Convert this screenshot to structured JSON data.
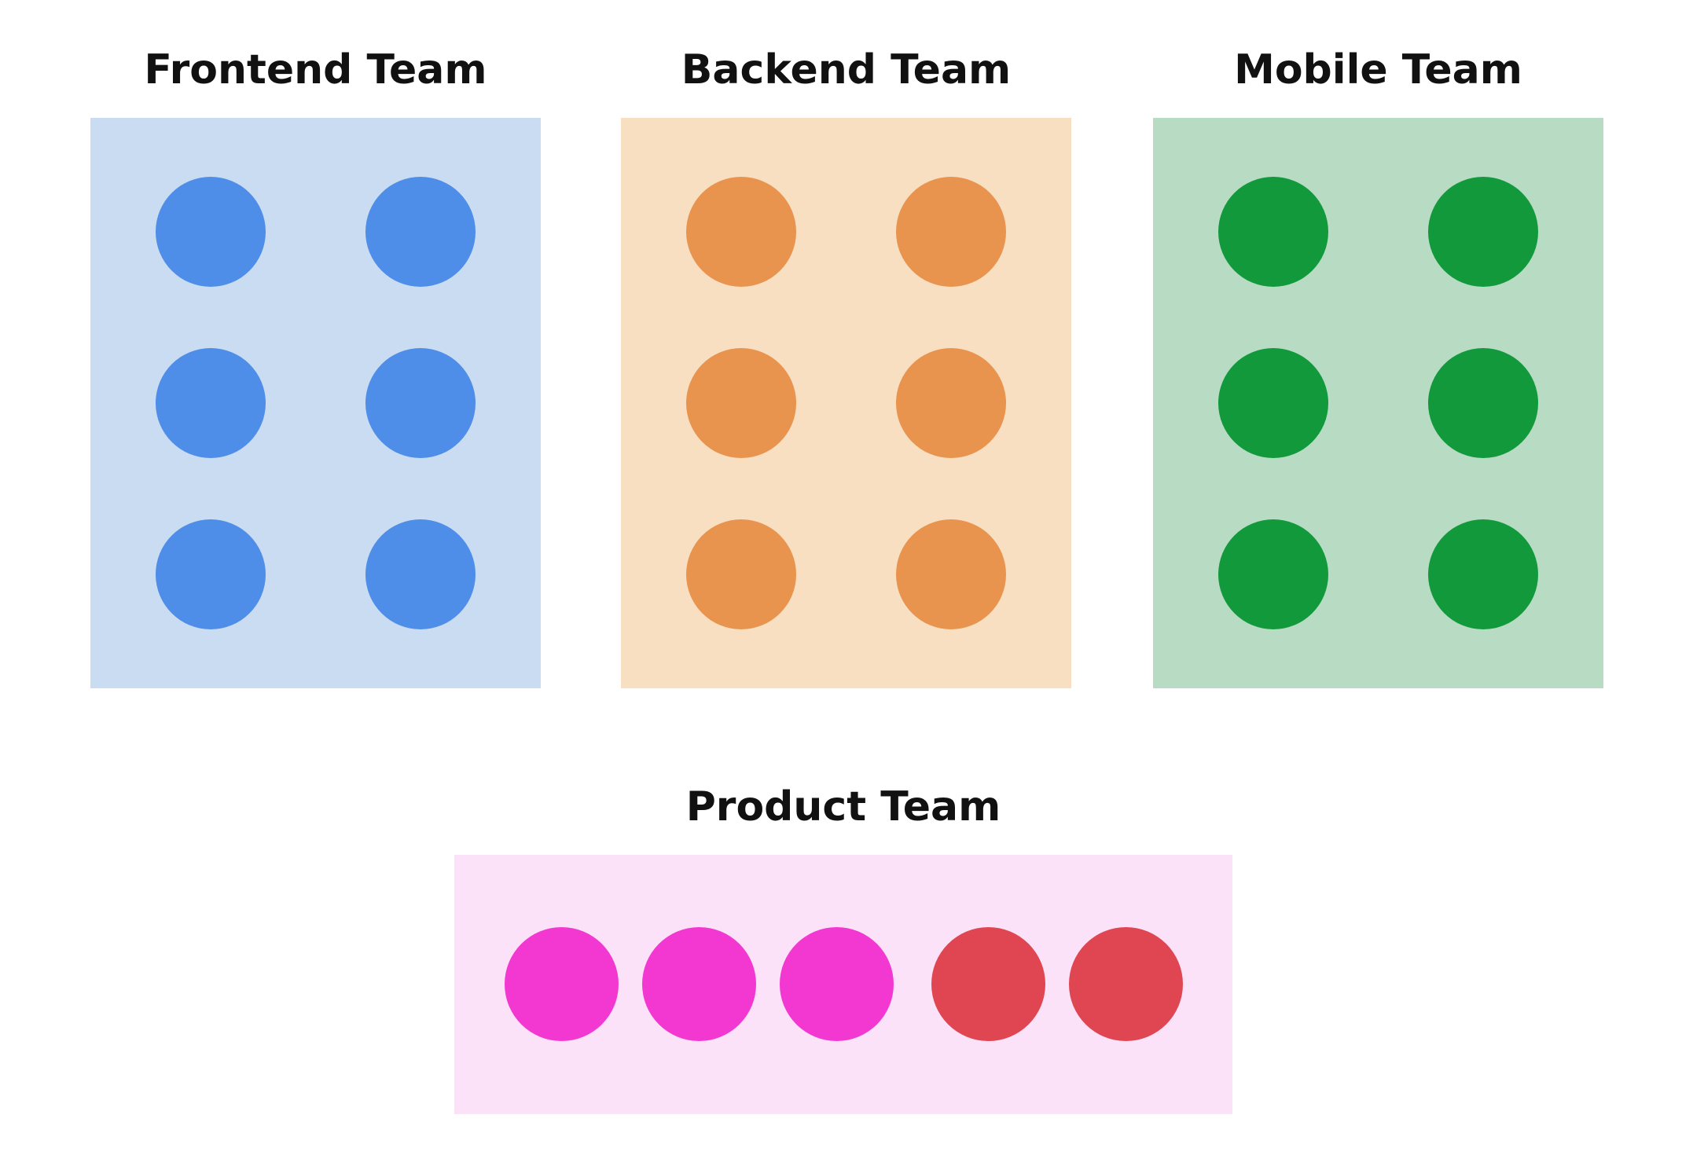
{
  "page": {
    "background_color": "#ffffff",
    "title_color": "#111111"
  },
  "teams": [
    {
      "name": "Frontend Team",
      "box_color": "#c9dcf1",
      "member_count": 6,
      "arrangement": "grid-2x3",
      "dot_colors": [
        "#4e8de8",
        "#4e8de8",
        "#4e8de8",
        "#4e8de8",
        "#4e8de8",
        "#4e8de8"
      ]
    },
    {
      "name": "Backend Team",
      "box_color": "#f8dfc2",
      "member_count": 6,
      "arrangement": "grid-2x3",
      "dot_colors": [
        "#e8944e",
        "#e8944e",
        "#e8944e",
        "#e8944e",
        "#e8944e",
        "#e8944e"
      ]
    },
    {
      "name": "Mobile Team",
      "box_color": "#b8dcc3",
      "member_count": 6,
      "arrangement": "grid-2x3",
      "dot_colors": [
        "#12993c",
        "#12993c",
        "#12993c",
        "#12993c",
        "#12993c",
        "#12993c"
      ]
    },
    {
      "name": "Product Team",
      "box_color": "#fce2f8",
      "member_count": 5,
      "arrangement": "row-1x5",
      "dot_colors": [
        "#f338d2",
        "#f338d2",
        "#f338d2",
        "#df4651",
        "#df4651"
      ]
    }
  ]
}
